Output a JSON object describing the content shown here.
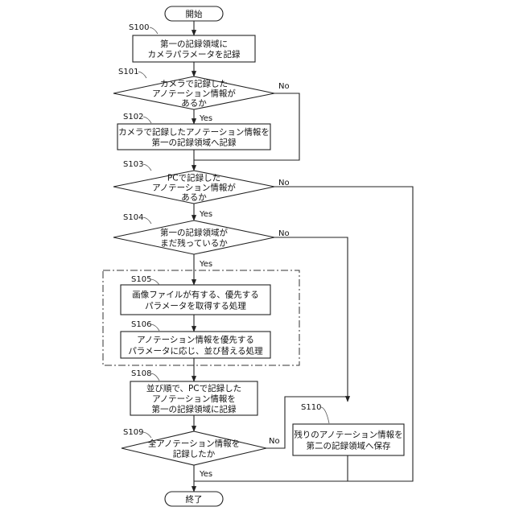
{
  "start": "開始",
  "end": "終了",
  "yes": "Yes",
  "no": "No",
  "steps": {
    "s100": {
      "label": "S100",
      "lines": [
        "第一の記録領域に",
        "カメラパラメータを記録"
      ]
    },
    "s101": {
      "label": "S101",
      "lines": [
        "カメラで記録した",
        "アノテーション情報が",
        "あるか"
      ]
    },
    "s102": {
      "label": "S102",
      "lines": [
        "カメラで記録したアノテーション情報を",
        "第一の記録領域へ記録"
      ]
    },
    "s103": {
      "label": "S103",
      "lines": [
        "PCで記録した",
        "アノテーション情報が",
        "あるか"
      ]
    },
    "s104": {
      "label": "S104",
      "lines": [
        "第一の記録領域が",
        "まだ残っているか"
      ]
    },
    "s105": {
      "label": "S105",
      "lines": [
        "画像ファイルが有する、優先する",
        "パラメータを取得する処理"
      ]
    },
    "s106": {
      "label": "S106",
      "lines": [
        "アノテーション情報を優先する",
        "パラメータに応じ、並び替える処理"
      ]
    },
    "s108": {
      "label": "S108",
      "lines": [
        "並び順で、PCで記録した",
        "アノテーション情報を",
        "第一の記録領域に記録"
      ]
    },
    "s109": {
      "label": "S109",
      "lines": [
        "全アノテーション情報を",
        "記録したか"
      ]
    },
    "s110": {
      "label": "S110",
      "lines": [
        "残りのアノテーション情報を",
        "第二の記録領域へ保存"
      ]
    }
  }
}
